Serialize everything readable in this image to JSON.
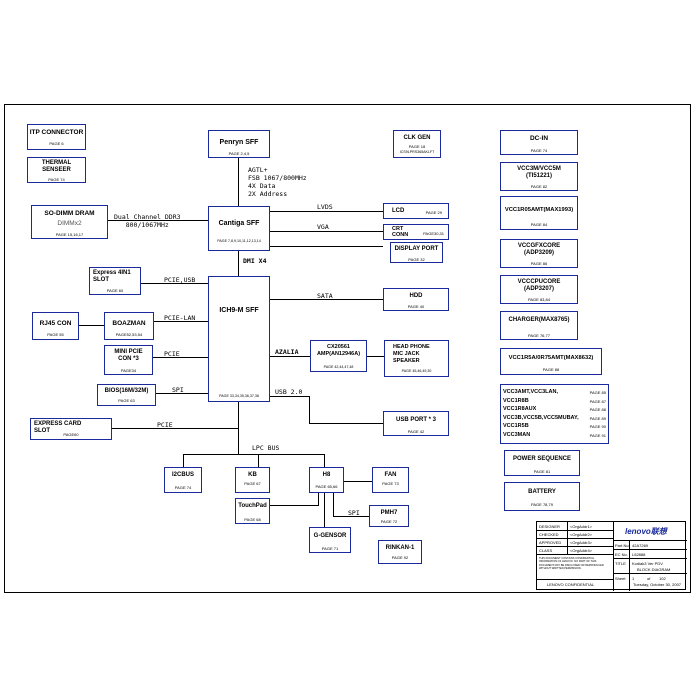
{
  "blocks": {
    "itp": {
      "title": "ITP CONNECTOR",
      "page": "PAGE 6"
    },
    "thermal": {
      "title": "THERMAL\nSENSEER",
      "page": "PAGE 74"
    },
    "sodimm": {
      "title": "SO-DIMM  DRAM",
      "sub": "DIMMx2",
      "page": "PAGE 15,16,17"
    },
    "penryn": {
      "title": "Penryn SFF",
      "page": "PAGE 2,4,5"
    },
    "cantiga": {
      "title": "Cantiga SFF",
      "page": "PAGE 7,8,9,10,11,12,13,14"
    },
    "ich9": {
      "title": "ICH9-M SFF",
      "page": "PAGE 33,34,35,36,37,38"
    },
    "clkgen": {
      "title": "CLK GEN",
      "page": "PAGE 18",
      "sub": "ICS9LPRS365AKLFT"
    },
    "express": {
      "title": "Express 4IN1\nSLOT",
      "page": "PAGE 60"
    },
    "rj45": {
      "title": "RJ45 CON",
      "page": "PAGE 55"
    },
    "boazman": {
      "title": "BOAZMAN",
      "page": "PAGE52,53,54"
    },
    "minipcie": {
      "title": "MINI PCIE\nCON *3",
      "page": "PAGE34"
    },
    "bios": {
      "title": "BIOS(16M/32M)",
      "page": "PAGE 63"
    },
    "expresscard": {
      "title": "EXPRESS CARD\nSLOT",
      "page": "PAGE60"
    },
    "lcd": {
      "title": "LCD",
      "page": "PAGE 29"
    },
    "crt": {
      "title": "CRT\nCONN",
      "page": "PAGE30,31"
    },
    "dp": {
      "title": "DISPLAY PORT",
      "page": "PAGE 32"
    },
    "hdd": {
      "title": "HDD",
      "page": "PAGE 40"
    },
    "cx": {
      "title": "CX20561\nAMP(AN12946A)",
      "page": "PAGE 42,44,47,48"
    },
    "headphone": {
      "title": "HEAD PHONE\nMIC JACK\nSPEAKER",
      "page": "PAGE 45,46,49,30"
    },
    "usbport": {
      "title": "USB PORT * 3",
      "page": "PAGE 42"
    },
    "i2c": {
      "title": "I2CBUS",
      "page": "PAGE 74"
    },
    "kb": {
      "title": "KB",
      "page": "PAGE 67"
    },
    "h8": {
      "title": "H8",
      "page": "PAGE 65,66"
    },
    "fan": {
      "title": "FAN",
      "page": "PAGE 73"
    },
    "touchpad": {
      "title": "TouchPad",
      "page": "PAGE 68"
    },
    "pmh7": {
      "title": "PMH7",
      "page": "PAGE 72"
    },
    "gsensor": {
      "title": "G-GENSOR",
      "page": "PAGE 71"
    },
    "rinkan": {
      "title": "RINKAN-1",
      "page": "PAGE 92"
    },
    "dcin": {
      "title": "DC-IN",
      "page": "PAGE 74"
    },
    "vcc3m": {
      "title": "VCC3M/VCC5M\n(TI51221)",
      "page": "PAGE 82"
    },
    "vcc1r05": {
      "title": "VCC1R05AMT(MAX1993)",
      "page": "PAGE 84"
    },
    "vccgfx": {
      "title": "VCCGFXCORE\n(ADP3209)",
      "page": "PAGE 86"
    },
    "vcccpu": {
      "title": "VCCCPUCORE\n(ADP3207)",
      "page": "PAGE 83,84"
    },
    "charger": {
      "title": "CHARGER(MAX8765)",
      "page": "PAGE 76,77"
    },
    "vcc1r5a": {
      "title": "VCC1R5A/0R75AMT(MAX8632)",
      "page": "PAGE 88"
    },
    "powerseq": {
      "title": "POWER SEQUENCE",
      "page": "PAGE 81"
    },
    "battery": {
      "title": "BATTERY",
      "page": "PAGE 78,79"
    }
  },
  "power_list": [
    {
      "label": "VCC3AMT,VCC3LAN,",
      "page": "PAGE 85"
    },
    {
      "label": "VCC1R8B",
      "page": "PAGE 87"
    },
    {
      "label": "VCC1R8AUX",
      "page": "PAGE 88"
    },
    {
      "label": "VCC3B,VCC5B,VCC5MUBAY,",
      "page": "PAGE 89"
    },
    {
      "label": "VCC1R5B",
      "page": "PAGE 90"
    },
    {
      "label": "VCC3MAN",
      "page": "PAGE 91"
    }
  ],
  "labels": {
    "agtl": "AGTL+\nFSB 1067/800MHz\n4X Data\n2X Address",
    "ddr3": "Dual Channel DDR3\n800/1067MHz",
    "lvds": "LVDS",
    "vga": "VGA",
    "dmi": "DMI X4",
    "pcie_usb": "PCIE,USB",
    "pcie_lan": "PCIE-LAN",
    "pcie1": "PCIE",
    "spi1": "SPI",
    "pcie2": "PCIE",
    "sata": "SATA",
    "azalia": "AZALIA",
    "usb2": "USB 2.0",
    "lpc": "LPC BUS",
    "spi2": "SPI"
  },
  "title_block": {
    "designer": "DESIGNER",
    "designer_v": "<OrgAddr1>",
    "checked": "CHECKED",
    "checked_v": "<OrgAddr2>",
    "approved": "APPROVED",
    "approved_v": "<OrgAddr3>",
    "class": "CLASS",
    "class_v": "<OrgAddr4>",
    "logo": "lenovo联想",
    "partno": "Part No.",
    "partno_v": "42A7269",
    "ecno": "EC No.",
    "ecno_v": "L52888",
    "title": "TITLE",
    "title_v": "Kodiak3  Ver PDV",
    "block": "BLOCK DIAGRAM",
    "sheet": "Sheet",
    "sheet_v": "1",
    "of": "of",
    "of_v": "102",
    "date": "Tuesday, October 30, 2007",
    "conf": "LENOVO CONFIDENTIAL",
    "notice": "THIS DOCUMENT CONTAINS CONFIDENTIAL INFORMATION OF LENOVO. NO PART OF THIS DOCUMENT MAY BE DISCLOSED OR REPRODUCED WITHOUT WRITTEN PERMISSION."
  },
  "colors": {
    "box_border": "#1a2a9a",
    "line": "#000000",
    "logo": "#1a2a9a"
  }
}
